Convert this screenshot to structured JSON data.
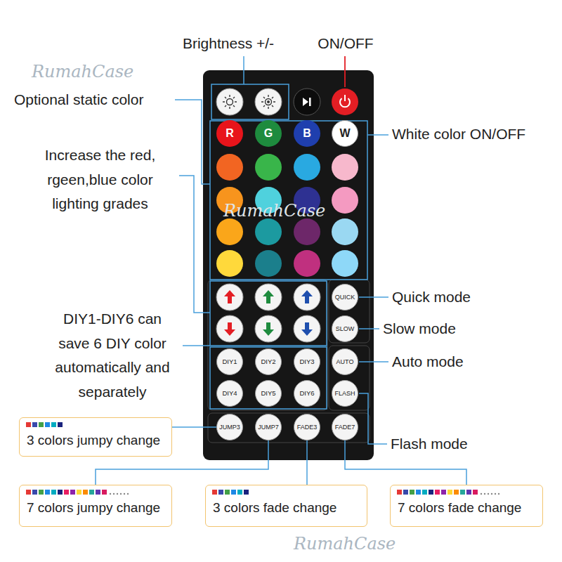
{
  "diagram": {
    "nodes": [
      {
        "text": [
          "R"
        ]
      },
      {
        "text": [
          "G"
        ]
      },
      {
        "text": [
          "B"
        ]
      },
      {
        "text": [
          "W"
        ]
      },
      {
        "text": [
          "QUICK"
        ]
      },
      {
        "text": [
          "SLOW"
        ]
      },
      {
        "text": [
          "DIY1"
        ]
      },
      {
        "text": [
          "DIY2"
        ]
      },
      {
        "text": [
          "DIY3"
        ]
      },
      {
        "text": [
          "AUTO"
        ]
      },
      {
        "text": [
          "DIY4"
        ]
      },
      {
        "text": [
          "DIY5"
        ]
      },
      {
        "text": [
          "DIY6"
        ]
      },
      {
        "text": [
          "FLASH"
        ]
      },
      {
        "text": [
          "JUMP3"
        ]
      },
      {
        "text": [
          "JUMP7"
        ]
      },
      {
        "text": [
          "FADE3"
        ]
      },
      {
        "text": [
          "FADE7"
        ]
      },
      {
        "text": [
          "3 colors jumpy change"
        ]
      },
      {
        "text": [
          "7 colors jumpy change"
        ]
      },
      {
        "text": [
          "3 colors fade change"
        ]
      },
      {
        "text": [
          "7 colors fade change"
        ]
      }
    ],
    "edges": [
      {
        "from": 18,
        "to": 14,
        "arrow": "none"
      },
      {
        "from": 19,
        "to": 15,
        "arrow": "none"
      },
      {
        "from": 20,
        "to": 16,
        "arrow": "none"
      },
      {
        "from": 21,
        "to": 17,
        "arrow": "none"
      }
    ],
    "labels": [
      "Brightness +/-",
      "ON/OFF",
      "Optional static color",
      "White color ON/OFF",
      "Increase the red, rgeen,blue color lighting grades",
      "Quick mode",
      "Slow mode",
      "DIY1-DIY6 can save 6 DIY color automatically and separately",
      "Auto mode",
      "Flash mode",
      "RumahCase",
      "RumahCase",
      "RumahCase"
    ]
  }
}
